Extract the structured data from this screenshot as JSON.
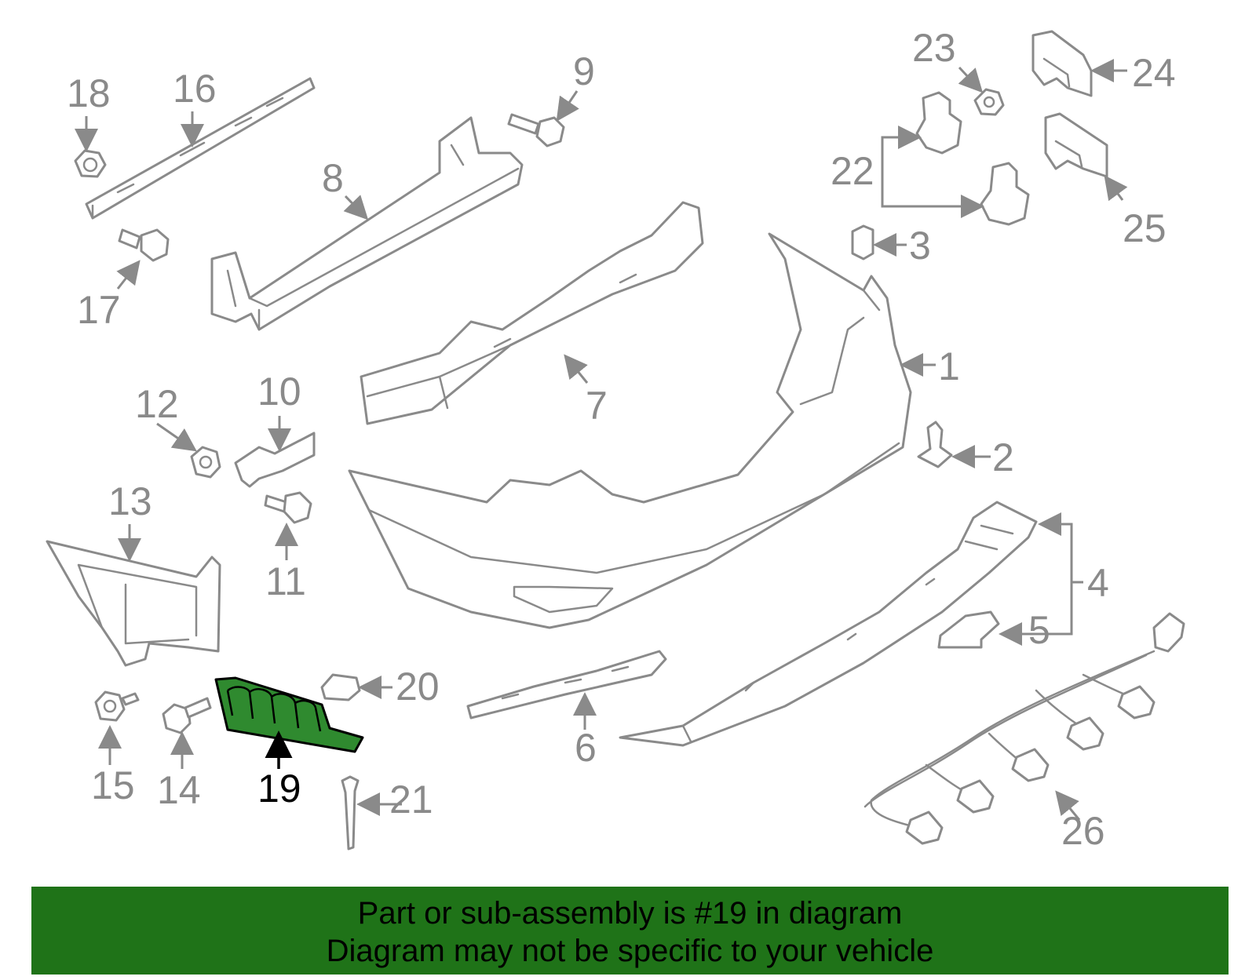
{
  "diagram": {
    "highlighted_part": "19",
    "highlight_color": "#2f8a2f",
    "callouts": {
      "c1": "1",
      "c2": "2",
      "c3": "3",
      "c4": "4",
      "c5": "5",
      "c6": "6",
      "c7": "7",
      "c8": "8",
      "c9": "9",
      "c10": "10",
      "c11": "11",
      "c12": "12",
      "c13": "13",
      "c14": "14",
      "c15": "15",
      "c16": "16",
      "c17": "17",
      "c18": "18",
      "c19": "19",
      "c20": "20",
      "c21": "21",
      "c22": "22",
      "c23": "23",
      "c24": "24",
      "c25": "25",
      "c26": "26"
    }
  },
  "banner": {
    "line1": "Part or sub-assembly is #19 in diagram",
    "line2": "Diagram may not be specific to your vehicle",
    "background_color": "#1f7318"
  }
}
